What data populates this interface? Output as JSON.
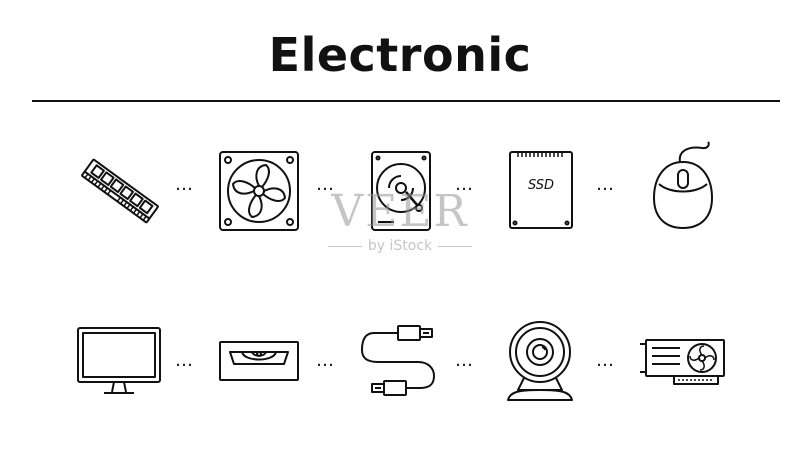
{
  "title": "Electronic",
  "separator": "…",
  "ssd_label": "SSD",
  "watermark": {
    "main": "VEER",
    "sub": "by iStock"
  },
  "icons": {
    "row1": [
      "ram-module-icon",
      "cooling-fan-icon",
      "hard-disk-drive-icon",
      "ssd-icon",
      "computer-mouse-icon"
    ],
    "row2": [
      "monitor-icon",
      "optical-drive-icon",
      "usb-cable-icon",
      "webcam-icon",
      "graphics-card-icon"
    ]
  },
  "colors": {
    "stroke": "#111111",
    "background": "#ffffff",
    "watermark": "#969696"
  }
}
